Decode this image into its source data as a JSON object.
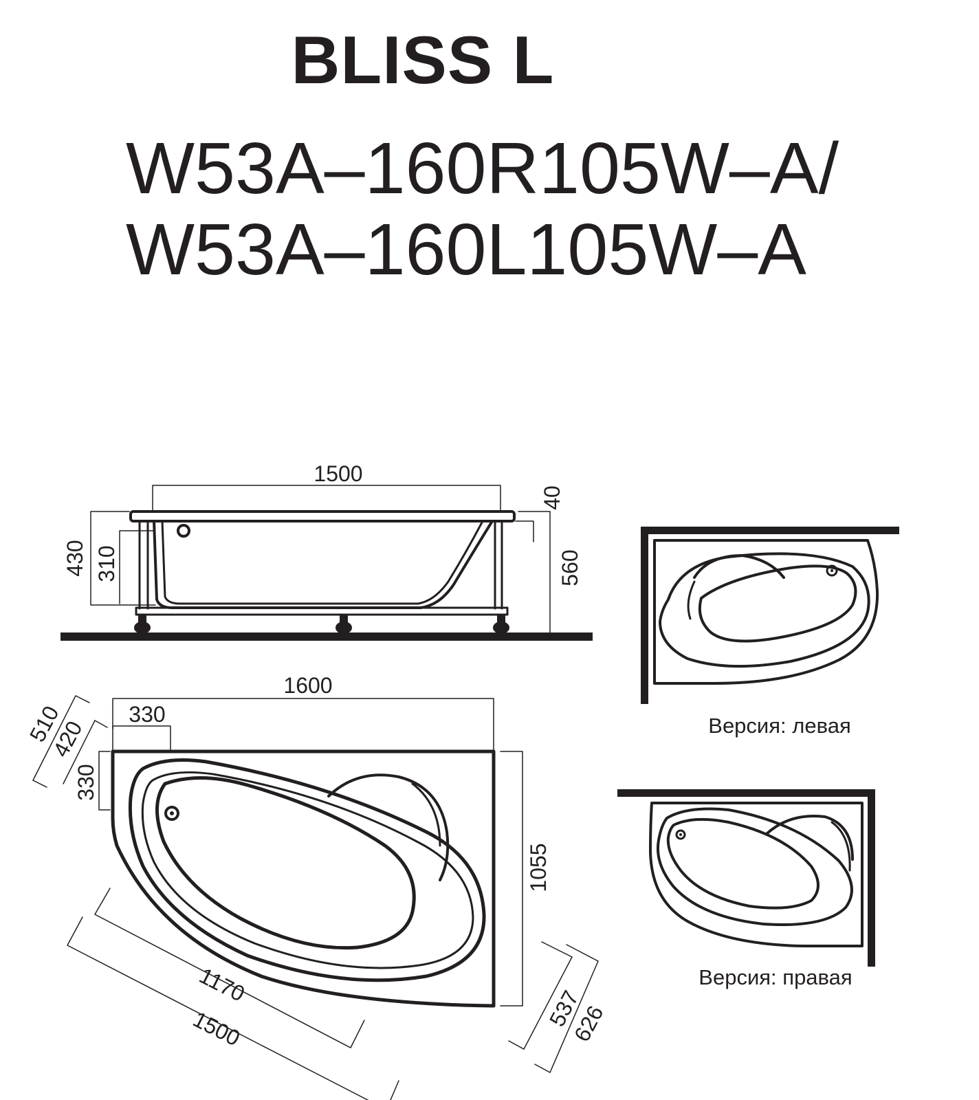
{
  "header": {
    "title": "BLISS L",
    "model_line_1": "W53A–160R105W–A/",
    "model_line_2": "W53A–160L105W–A"
  },
  "side_view": {
    "length": "1500",
    "rim": "40",
    "height_total": "560",
    "height_430": "430",
    "height_310": "310"
  },
  "top_view": {
    "length": "1600",
    "inner_330_top": "330",
    "dim_510": "510",
    "dim_420": "420",
    "dim_330_side": "330",
    "width": "1055",
    "diag_1170": "1170",
    "diag_1500": "1500",
    "dim_537": "537",
    "dim_626": "626"
  },
  "versions": {
    "left_caption": "Версия: левая",
    "right_caption": "Версия: правая"
  },
  "colors": {
    "line": "#231f20",
    "background": "#ffffff"
  }
}
